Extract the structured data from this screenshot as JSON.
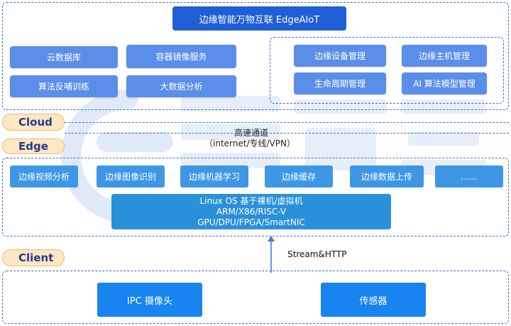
{
  "title": "边缘智能万物互联 EdgeAIoT",
  "cloud": {
    "label": "Cloud",
    "services": [
      "云数据库",
      "容器镜像服务",
      "算法反哺训练",
      "大数据分析"
    ],
    "management": [
      "边缘设备管理",
      "边缘主机管理",
      "生命周期管理",
      "AI 算法模型管理"
    ]
  },
  "channel": {
    "line1": "高速通道",
    "line2": "（internet/专线/VPN）"
  },
  "edge": {
    "label": "Edge",
    "functions": [
      "边缘视频分析",
      "边缘图像识别",
      "边缘机器学习",
      "边缘缓存",
      "边缘数据上传",
      "......"
    ],
    "platform": {
      "line1": "Linux OS 基于裸机/虚拟机",
      "line2": "ARM/X86/RISC-V",
      "line3": "GPU/DPU/FPGA/SmartNIC"
    }
  },
  "protocol": "Stream&HTTP",
  "client": {
    "label": "Client",
    "devices": [
      "IPC 摄像头",
      "传感器"
    ]
  },
  "colors": {
    "title_bg": "#1f5fd6",
    "cloud_button": "#5b8ee8",
    "edge_button": "#3d97e4",
    "platform_bg": "#2a90d9",
    "client_button": "#1784f0",
    "pill_bg": "#fde7c4",
    "frame": "#3b6fd6"
  }
}
